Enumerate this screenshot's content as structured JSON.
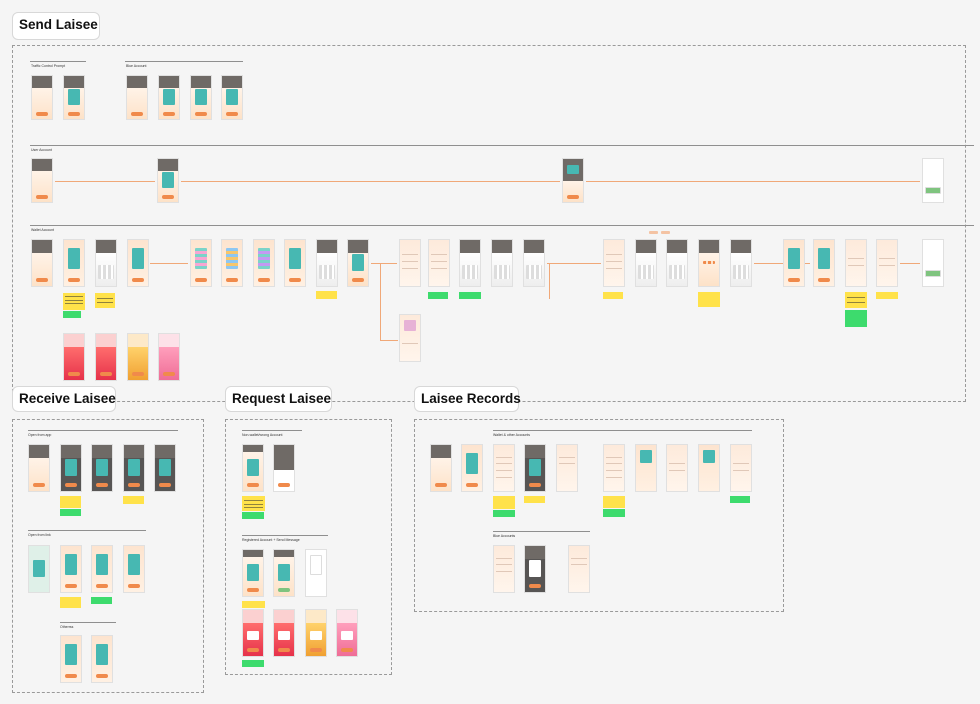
{
  "sections": {
    "send": {
      "title": "Send Laisee",
      "groups": {
        "traffic": "Traffic Control Prompt",
        "blue": "Blue Account",
        "user": "User Account",
        "wallet": "Wallet Account"
      }
    },
    "receive": {
      "title": "Receive Laisee",
      "groups": {
        "from_app": "Open from app",
        "deep": "Open from link",
        "pay": "Otherrss"
      }
    },
    "request": {
      "title": "Request Laisee",
      "groups": {
        "nonwallet": "Non-wallet/wrong Account",
        "registered": "Registered Account + Send Message"
      }
    },
    "records": {
      "title": "Laisee Records",
      "groups": {
        "wallet_other": "Wallet & other Accounts",
        "blue": "Blue Accounts"
      }
    }
  },
  "colors": {
    "teal": "#47b8b2",
    "orange": "#f08a4b",
    "peach": "#fde2c8",
    "sticky_yellow": "#ffe24a",
    "sticky_green": "#3ddb6d"
  }
}
